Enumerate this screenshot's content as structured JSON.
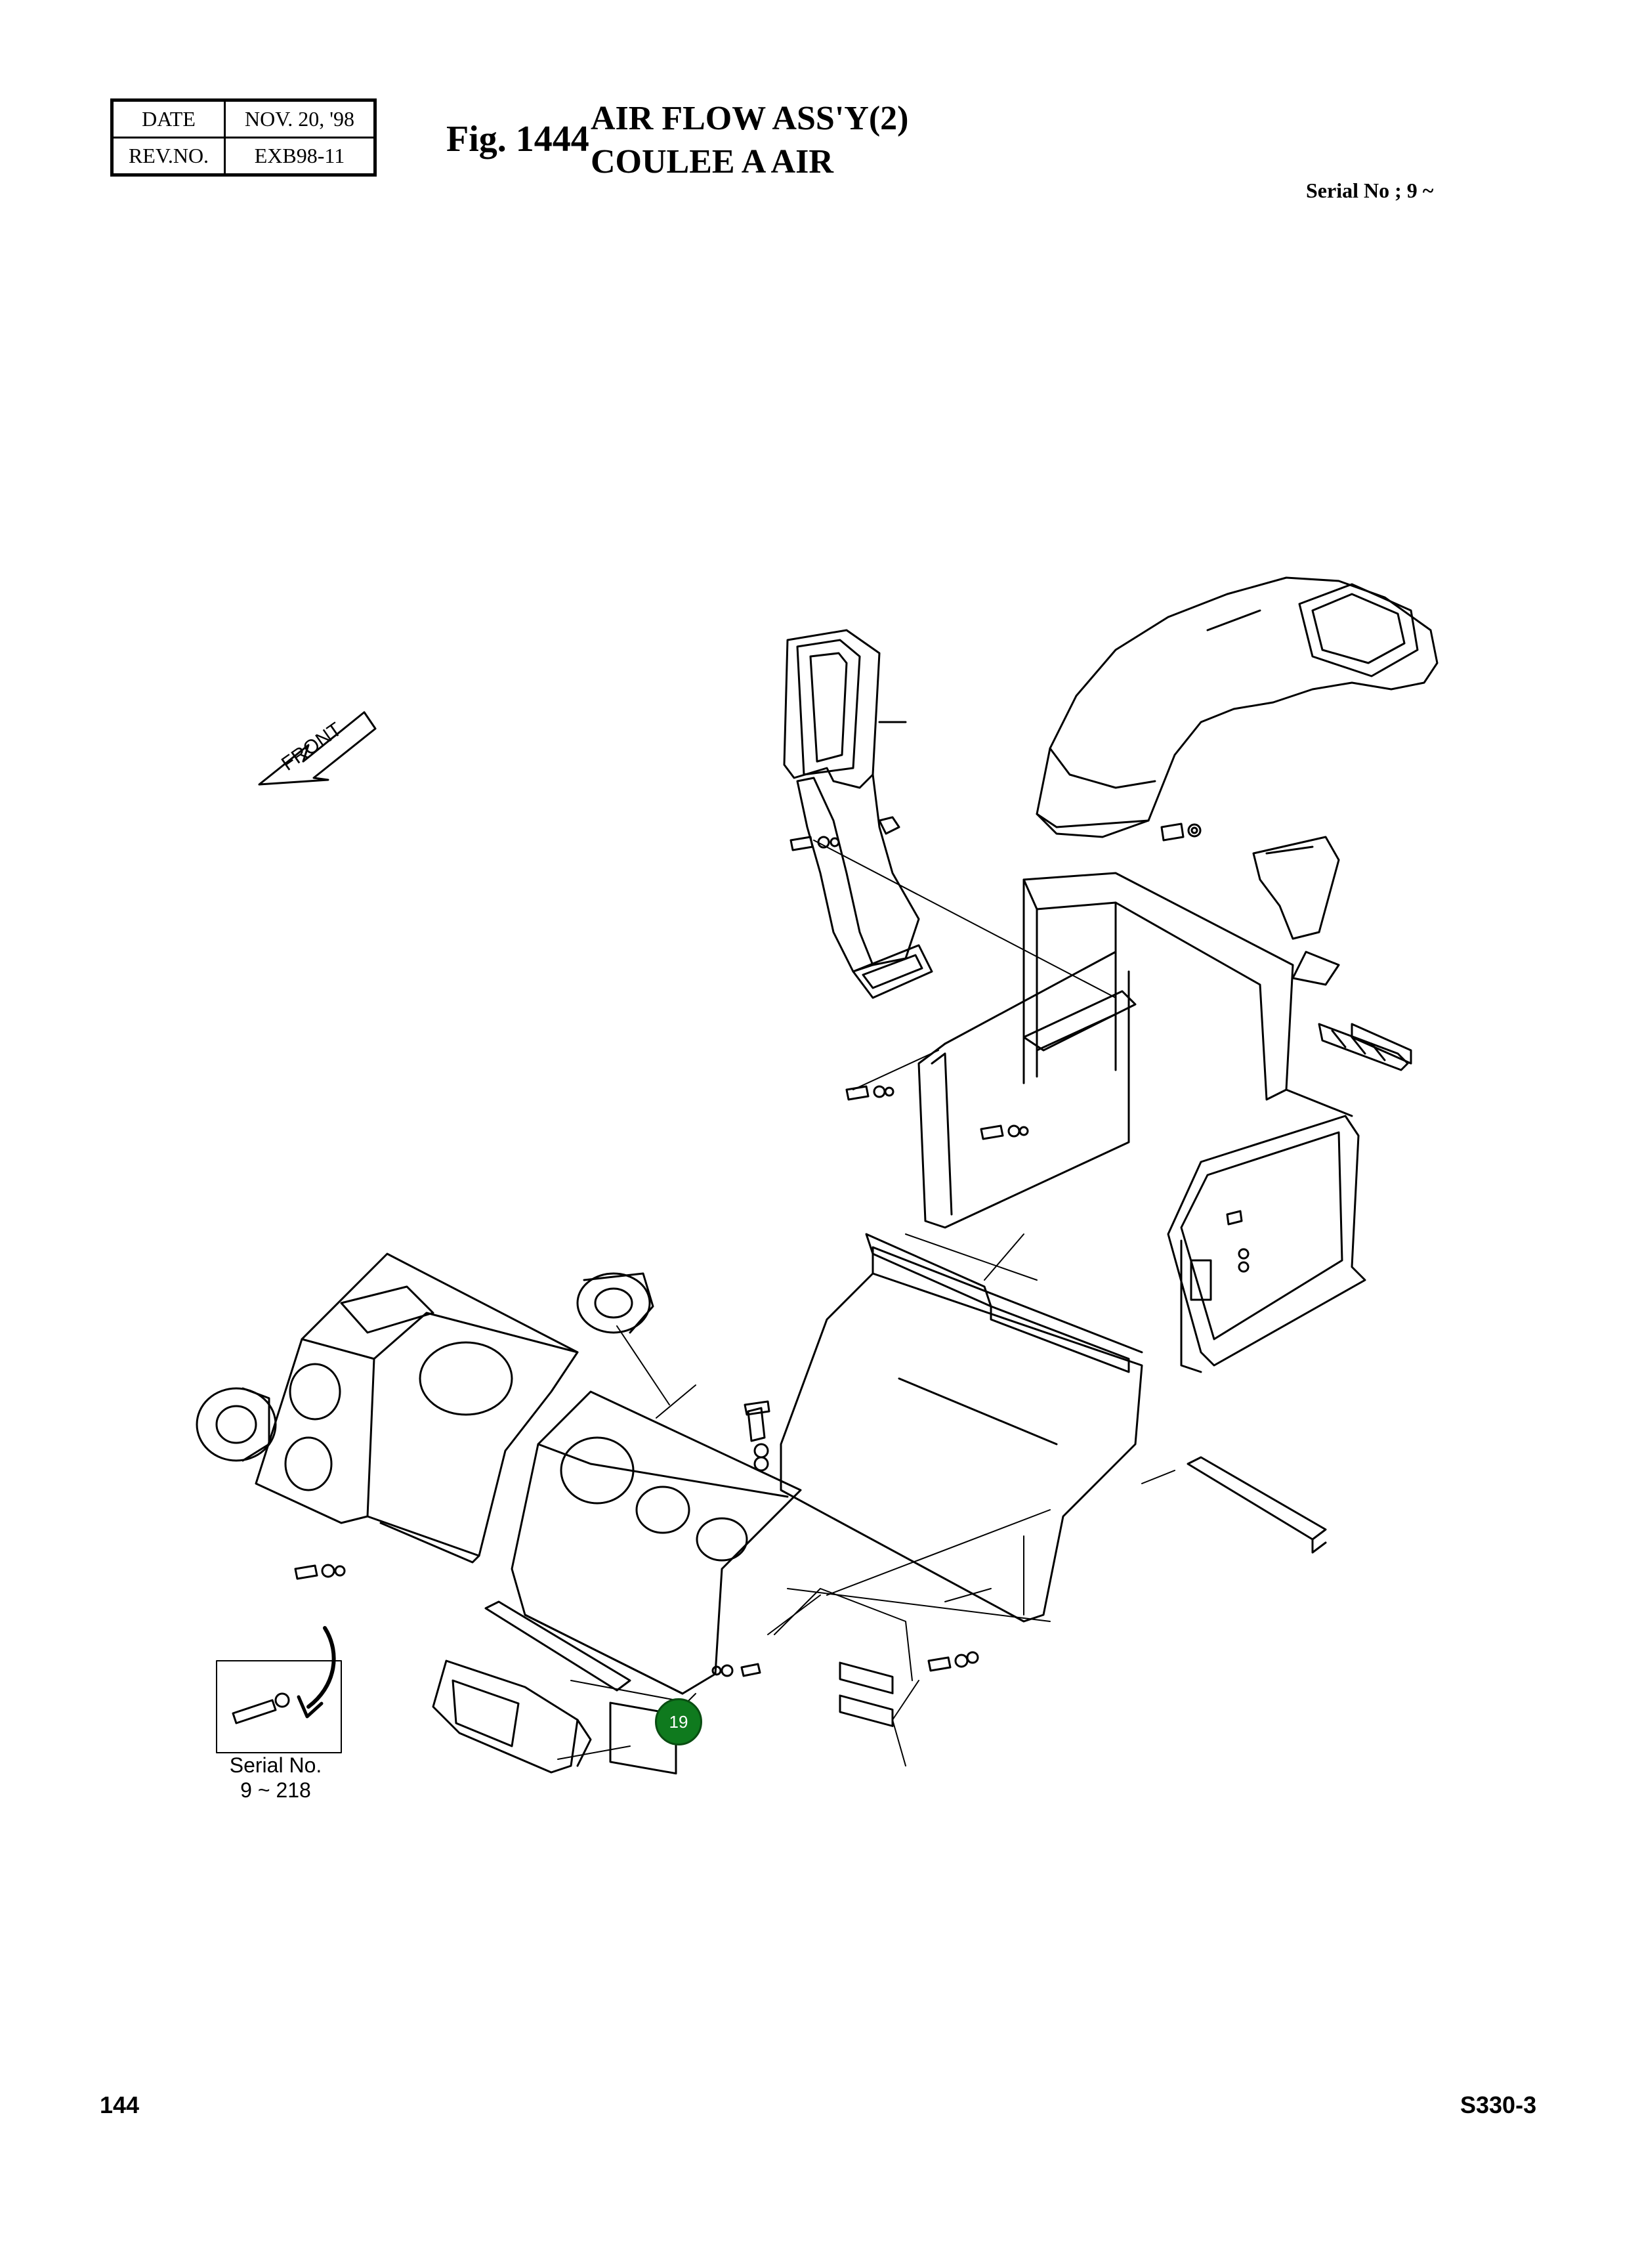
{
  "header": {
    "date_label": "DATE",
    "date_value": "NOV. 20, '98",
    "rev_label": "REV.NO.",
    "rev_value": "EXB98-11",
    "fig_number": "Fig. 1444",
    "title_line1": "AIR FLOW ASS'Y(2)",
    "title_line2": "COULEE A AIR",
    "serial_range": "Serial No ; 9 ~"
  },
  "diagram": {
    "front_label": "FRONT",
    "inset_label_line1": "Serial No.",
    "inset_label_line2": "9 ~ 218",
    "callout_number": "19",
    "callout_color": "#0f7a1e"
  },
  "footer": {
    "page_number": "144",
    "model": "S330-3"
  }
}
